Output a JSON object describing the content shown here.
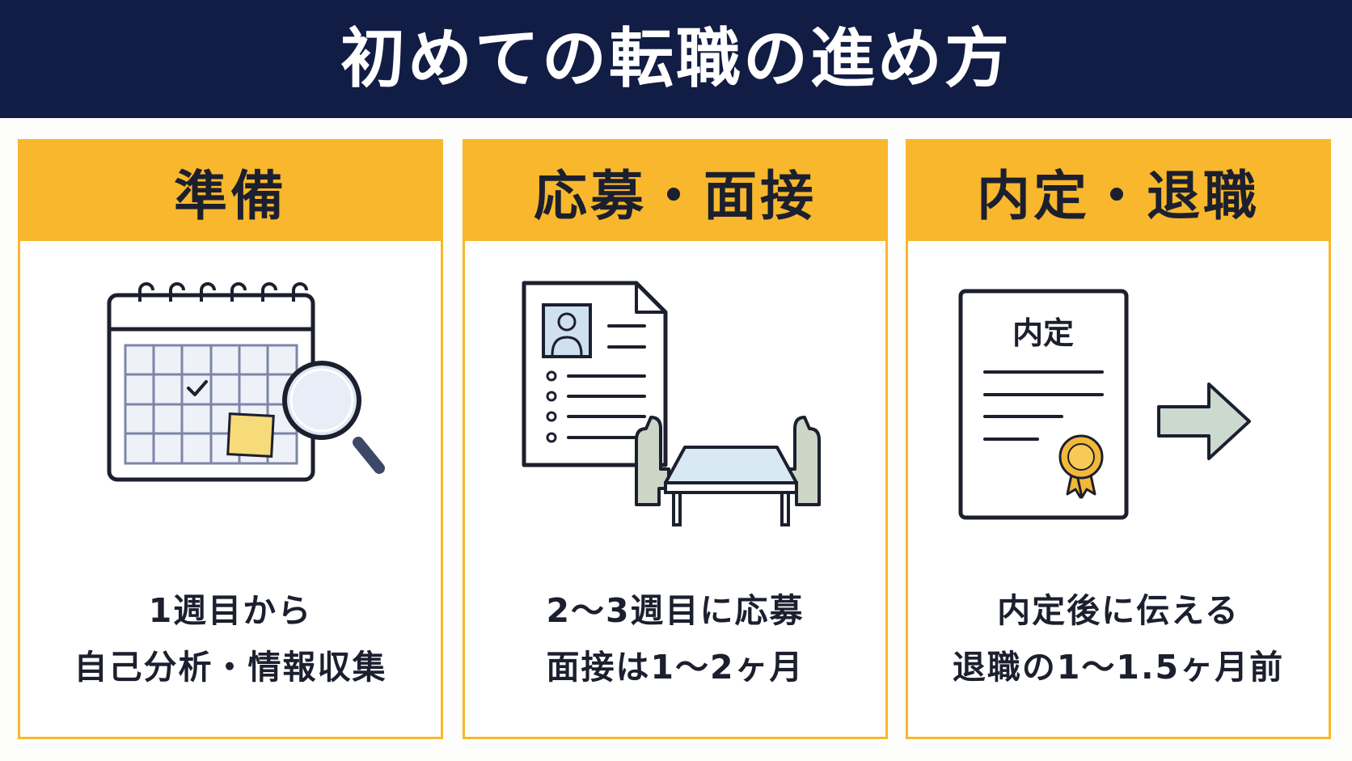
{
  "title": "初めての転職の進め方",
  "steps": [
    {
      "heading": "準備",
      "line1": "1週目から",
      "line2": "自己分析・情報収集",
      "icon": "calendar-magnifier-icon"
    },
    {
      "heading": "応募・面接",
      "line1": "2～3週目に応募",
      "line2": "面接は1～2ヶ月",
      "icon": "resume-interview-table-icon"
    },
    {
      "heading": "内定・退職",
      "line1": "内定後に伝える",
      "line2": "退職の1～1.5ヶ月前",
      "icon": "offer-letter-arrow-icon",
      "document_label": "内定"
    }
  ],
  "colors": {
    "header_bg": "#121d45",
    "accent": "#f8b72c",
    "text": "#1c1f2e"
  }
}
